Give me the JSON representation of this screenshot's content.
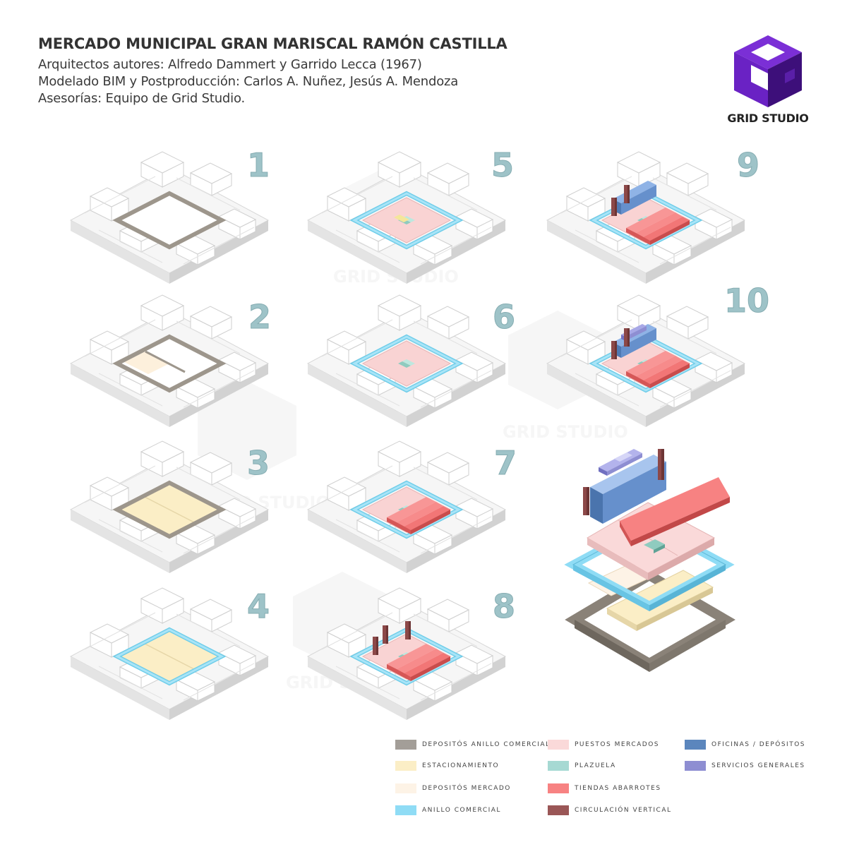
{
  "header": {
    "title": "MERCADO MUNICIPAL GRAN MARISCAL RAMÓN CASTILLA",
    "credits": [
      "Arquitectos autores: Alfredo Dammert y Garrido Lecca (1967)",
      "Modelado BIM y Postproducción: Carlos A. Nuñez, Jesús A. Mendoza",
      "Asesorías: Equipo de Grid Studio."
    ]
  },
  "logo": {
    "text": "GRID STUDIO",
    "icon": "cube-icon",
    "colors": [
      "#7b2fd6",
      "#5a1fa8",
      "#3d0f7a"
    ]
  },
  "watermarks": [
    "GRID STUDIO",
    "GRID STUDIO",
    "GRID STUDIO",
    "GRID STUDIO"
  ],
  "steps": [
    "1",
    "2",
    "3",
    "4",
    "5",
    "6",
    "7",
    "8",
    "9",
    "10"
  ],
  "legend": [
    {
      "label": "DEPOSITÓS ANILLO COMERCIAL",
      "color": "#a39e98"
    },
    {
      "label": "ESTACIONAMIENTO",
      "color": "#fbeec6"
    },
    {
      "label": "DEPOSITÓS MERCADO",
      "color": "#fdf3e6"
    },
    {
      "label": "ANILLO COMERCIAL",
      "color": "#8fdcf5"
    },
    {
      "label": "PUESTOS MERCADOS",
      "color": "#fad9d9"
    },
    {
      "label": "PLAZUELA",
      "color": "#a6d9d3"
    },
    {
      "label": "TIENDAS ABARROTES",
      "color": "#f78282"
    },
    {
      "label": "CIRCULACIÓN VERTICAL",
      "color": "#9a5656"
    },
    {
      "label": "OFICINAS / DEPÓSITOS",
      "color": "#5b86bd"
    },
    {
      "label": "SERVICIOS GENERALES",
      "color": "#8e8ed2"
    }
  ]
}
